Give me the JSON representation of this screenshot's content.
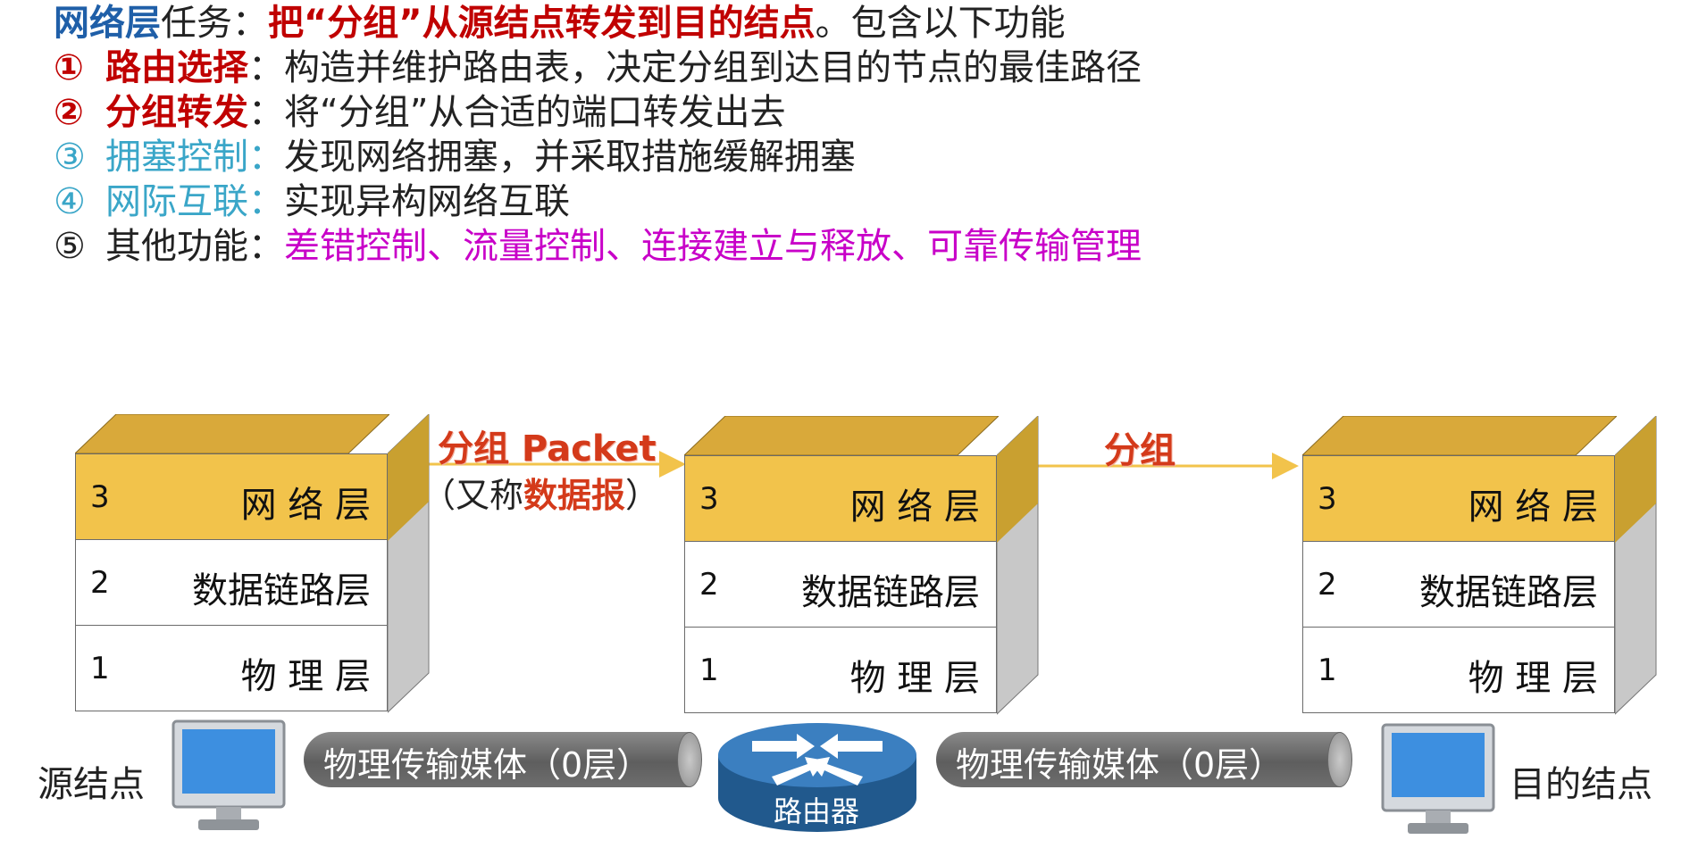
{
  "title": {
    "term": "网络层",
    "rest": "任务：",
    "mission": "把“分组”从源结点转发到目的结点",
    "tail": "。包含以下功能"
  },
  "items": [
    {
      "num": "①",
      "name": "路由选择",
      "colon": "：",
      "desc": "构造并维护路由表，决定分组到达目的节点的最佳路径"
    },
    {
      "num": "②",
      "name": "分组转发",
      "colon": "：",
      "desc": "将“分组”从合适的端口转发出去"
    },
    {
      "num": "③",
      "name": "拥塞控制",
      "colon": "：",
      "desc": "发现网络拥塞，并采取措施缓解拥塞"
    },
    {
      "num": "④",
      "name": "网际互联",
      "colon": "：",
      "desc": "实现异构网络互联"
    },
    {
      "num": "⑤",
      "name": "其他功能",
      "colon": "：",
      "desc": "差错控制、流量控制、连接建立与释放、可靠传输管理"
    }
  ],
  "stacks": [
    {
      "layers": [
        {
          "num": "3",
          "name": "网 络 层"
        },
        {
          "num": "2",
          "name": "数据链路层"
        },
        {
          "num": "1",
          "name": "物 理 层"
        }
      ]
    },
    {
      "layers": [
        {
          "num": "3",
          "name": "网 络 层"
        },
        {
          "num": "2",
          "name": "数据链路层"
        },
        {
          "num": "1",
          "name": "物 理 层"
        }
      ]
    },
    {
      "layers": [
        {
          "num": "3",
          "name": "网 络 层"
        },
        {
          "num": "2",
          "name": "数据链路层"
        },
        {
          "num": "1",
          "name": "物 理 层"
        }
      ]
    }
  ],
  "arrows": {
    "left_label": "分组 Packet",
    "left_sub_open": "（又称",
    "left_sub_strong": "数据报",
    "left_sub_close": "）",
    "right_label": "分组"
  },
  "nodes": {
    "source": "源结点",
    "destination": "目的结点",
    "router": "路由器"
  },
  "media": {
    "left": "物理传输媒体（0层）",
    "right": "物理传输媒体（0层）"
  },
  "colors": {
    "network_layer": "#f2c34b",
    "title_blue": "#1f5fa8",
    "red": "#c00000",
    "teal": "#3aa6c8",
    "magenta": "#c800c8",
    "arrow": "#f2c34b",
    "router": "#2f6ea6"
  }
}
